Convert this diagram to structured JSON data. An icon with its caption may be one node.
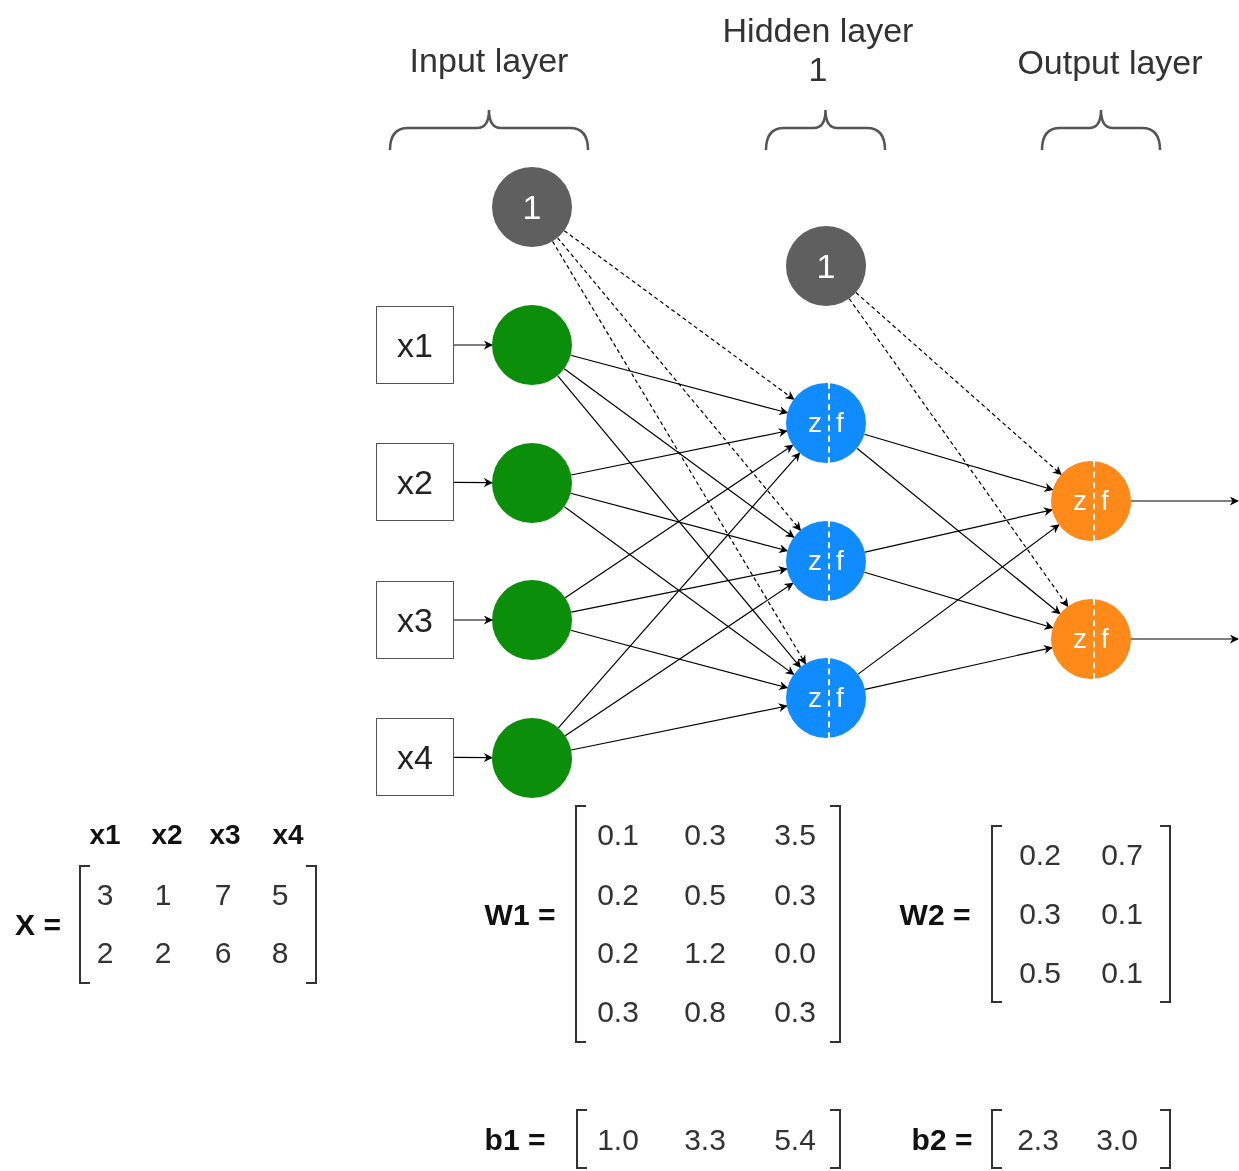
{
  "diagram": {
    "nodes": [
      {
        "text": [
          "x1"
        ]
      },
      {
        "text": [
          "x2"
        ]
      },
      {
        "text": [
          "x3"
        ]
      },
      {
        "text": [
          "x4"
        ]
      },
      {
        "text": [
          "1"
        ]
      },
      {
        "text": [],
        "shape": "circle"
      },
      {
        "text": [],
        "shape": "circle"
      },
      {
        "text": [],
        "shape": "circle"
      },
      {
        "text": [],
        "shape": "circle"
      },
      {
        "text": [
          "1"
        ]
      },
      {
        "text": [
          "z",
          "f"
        ]
      },
      {
        "text": [
          "z",
          "f"
        ]
      },
      {
        "text": [
          "z",
          "f"
        ]
      },
      {
        "text": [
          "z",
          "f"
        ]
      },
      {
        "text": [
          "z",
          "f"
        ]
      }
    ],
    "edges": [
      {
        "from": 0,
        "to": 5,
        "arrow": "to"
      },
      {
        "from": 1,
        "to": 6,
        "arrow": "to"
      },
      {
        "from": 2,
        "to": 7,
        "arrow": "to"
      },
      {
        "from": 3,
        "to": 8,
        "arrow": "to"
      },
      {
        "from": 4,
        "to": 10,
        "arrow": "to",
        "style": "dashed"
      },
      {
        "from": 4,
        "to": 11,
        "arrow": "to",
        "style": "dashed"
      },
      {
        "from": 4,
        "to": 12,
        "arrow": "to",
        "style": "dashed"
      },
      {
        "from": 5,
        "to": 10,
        "arrow": "to"
      },
      {
        "from": 5,
        "to": 11,
        "arrow": "to"
      },
      {
        "from": 5,
        "to": 12,
        "arrow": "to"
      },
      {
        "from": 6,
        "to": 10,
        "arrow": "to"
      },
      {
        "from": 6,
        "to": 11,
        "arrow": "to"
      },
      {
        "from": 6,
        "to": 12,
        "arrow": "to"
      },
      {
        "from": 7,
        "to": 10,
        "arrow": "to"
      },
      {
        "from": 7,
        "to": 11,
        "arrow": "to"
      },
      {
        "from": 7,
        "to": 12,
        "arrow": "to"
      },
      {
        "from": 8,
        "to": 10,
        "arrow": "to"
      },
      {
        "from": 8,
        "to": 11,
        "arrow": "to"
      },
      {
        "from": 8,
        "to": 12,
        "arrow": "to"
      },
      {
        "from": 9,
        "to": 13,
        "arrow": "to",
        "style": "dashed"
      },
      {
        "from": 9,
        "to": 14,
        "arrow": "to",
        "style": "dashed"
      },
      {
        "from": 10,
        "to": 13,
        "arrow": "to"
      },
      {
        "from": 10,
        "to": 14,
        "arrow": "to"
      },
      {
        "from": 11,
        "to": 13,
        "arrow": "to"
      },
      {
        "from": 11,
        "to": 14,
        "arrow": "to"
      },
      {
        "from": 12,
        "to": 13,
        "arrow": "to"
      },
      {
        "from": 12,
        "to": 14,
        "arrow": "to"
      },
      {
        "from": 13,
        "to": null,
        "arrow": "to"
      },
      {
        "from": 14,
        "to": null,
        "arrow": "to"
      }
    ],
    "labels": [
      "Input layer",
      "Hidden layer 1",
      "Output layer",
      "x1",
      "x2",
      "x3",
      "x4",
      "X =",
      "3",
      "1",
      "7",
      "5",
      "2",
      "2",
      "6",
      "8",
      "W1 =",
      "0.1",
      "0.3",
      "3.5",
      "0.2",
      "0.5",
      "0.3",
      "0.2",
      "1.2",
      "0.0",
      "0.3",
      "0.8",
      "0.3",
      "W2 =",
      "0.2",
      "0.7",
      "0.3",
      "0.1",
      "0.5",
      "0.1",
      "b1 =",
      "1.0",
      "3.3",
      "5.4",
      "b2 =",
      "2.3",
      "3.0"
    ]
  }
}
